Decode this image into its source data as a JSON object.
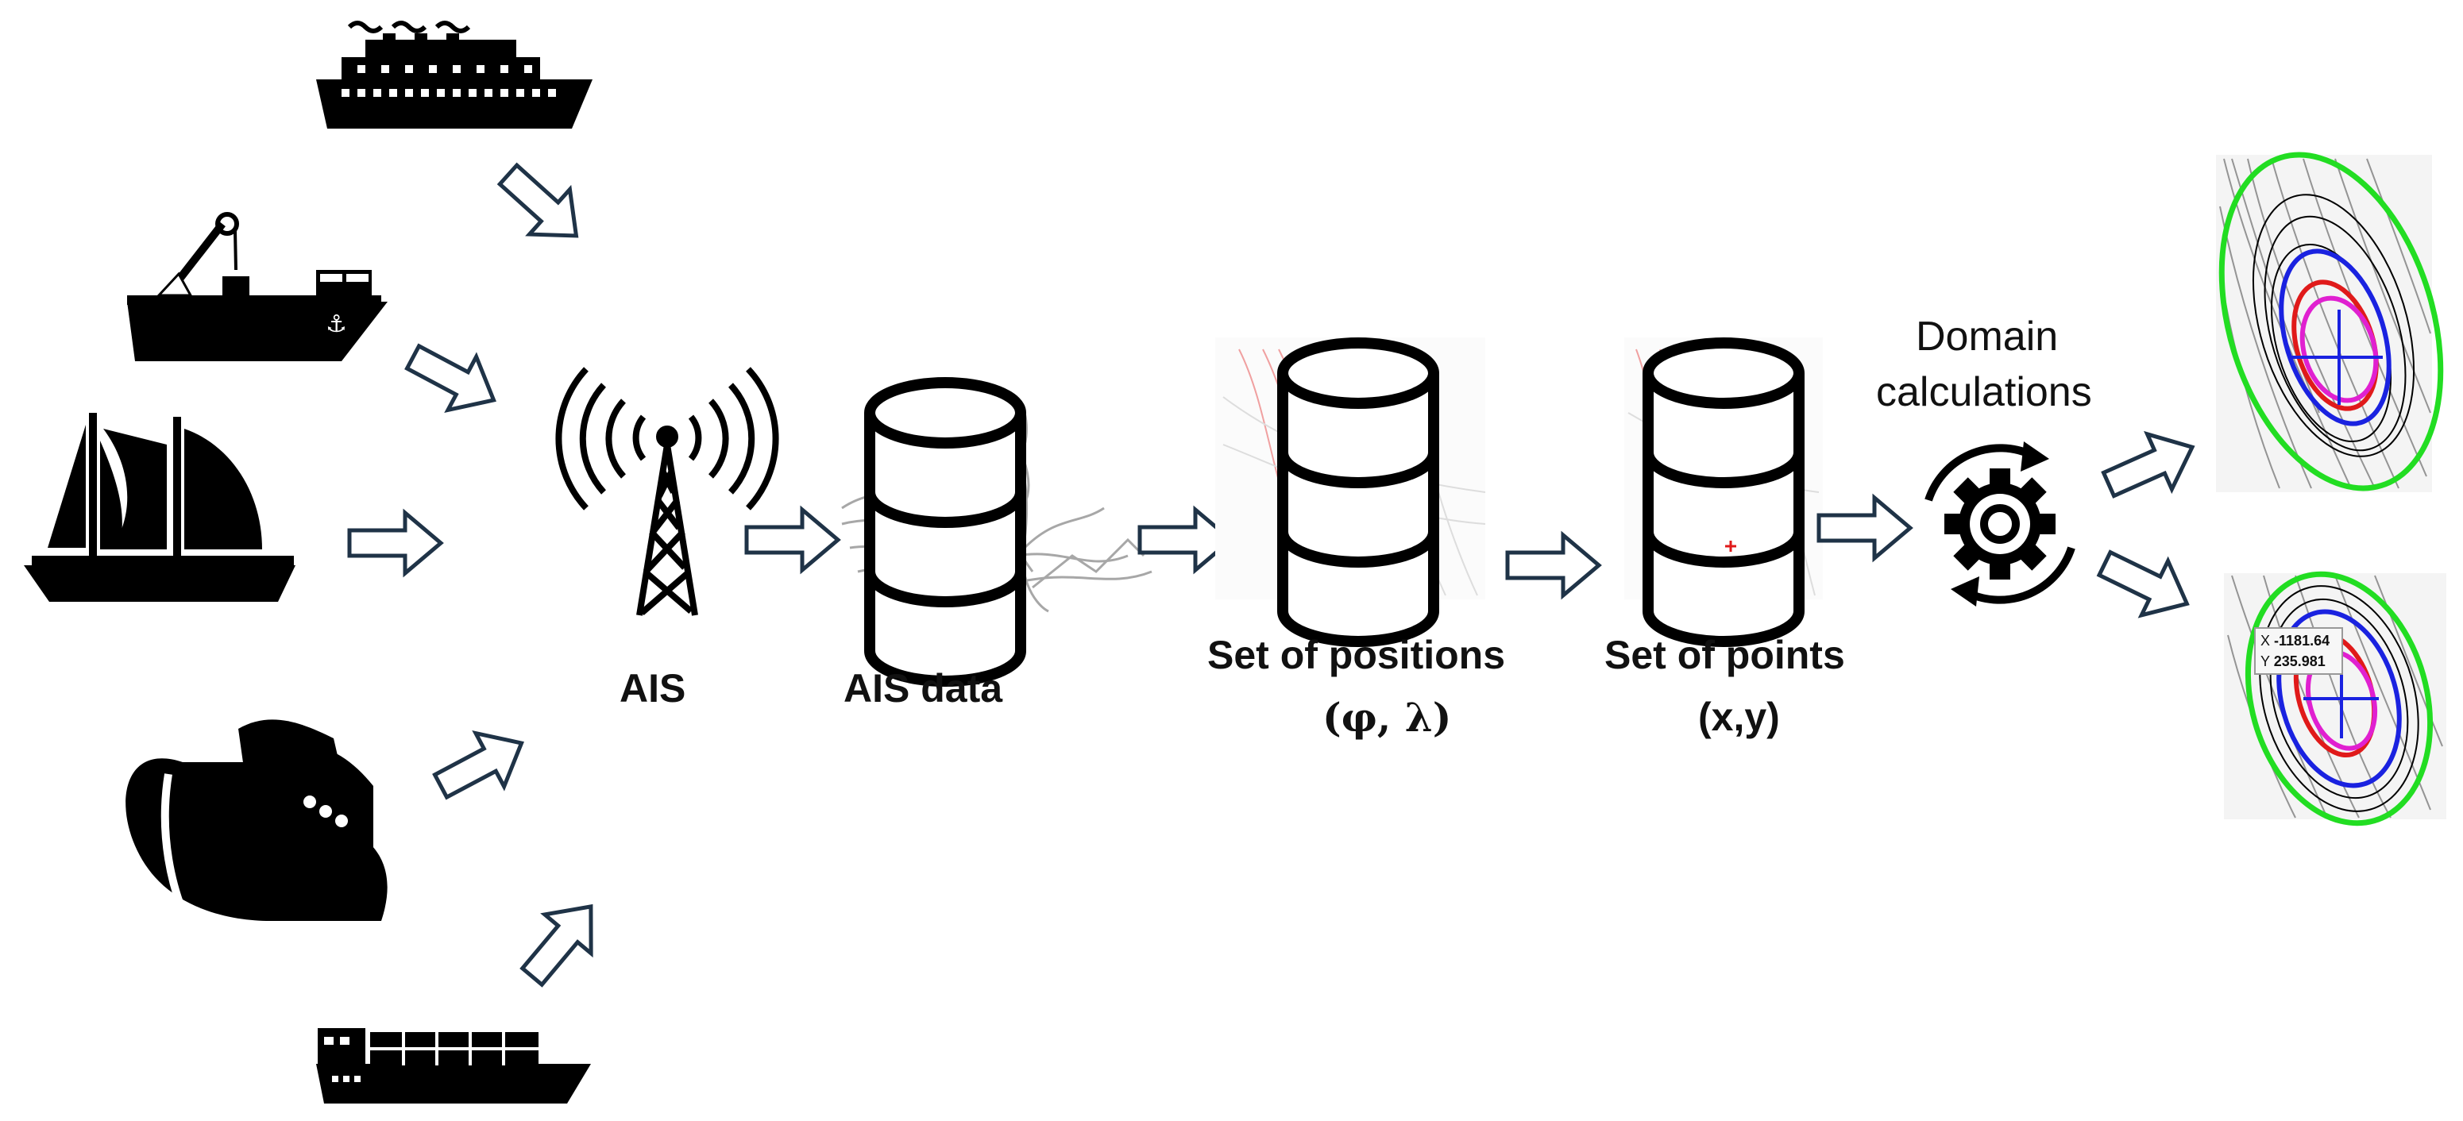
{
  "labels": {
    "ais": "AIS",
    "ais_data": "AIS data",
    "positions_title": "Set of positions",
    "positions_symbol": "(φ, λ)",
    "points_title": "Set of points",
    "points_symbol": "(x,y)",
    "domain_line1": "Domain",
    "domain_line2": "calculations"
  },
  "readout": {
    "x_prefix": "X",
    "x_value": "-1181.64",
    "y_prefix": "Y",
    "y_value": "235.981"
  },
  "colors": {
    "ink": "#000000",
    "arrow_stroke": "#1f3347",
    "trace_gray": "#8a8a8a",
    "trace_red": "#f0a0a0",
    "ellipse_green": "#22dd22",
    "ellipse_blue": "#1a22e0",
    "ellipse_red": "#e01a1a",
    "ellipse_magenta": "#e020d0"
  },
  "icons": [
    "cruise-ship-icon",
    "cargo-ship-icon",
    "sailboat-icon",
    "ship-bow-icon",
    "container-ship-icon",
    "antenna-tower-icon",
    "database-icon",
    "gear-cycle-icon"
  ]
}
